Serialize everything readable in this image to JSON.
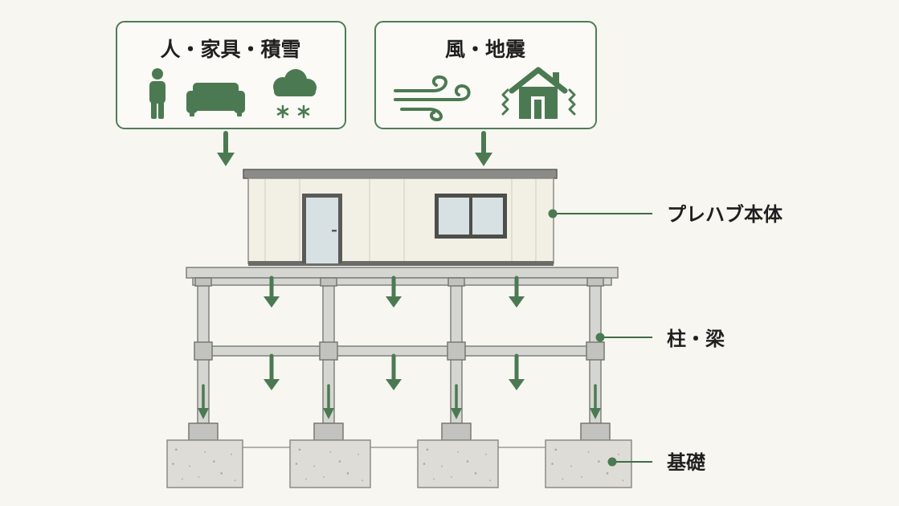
{
  "loads": {
    "vertical": {
      "title": "人・家具・積雪",
      "icons": [
        "person-icon",
        "sofa-icon",
        "snow-cloud-icon"
      ]
    },
    "horizontal": {
      "title": "風・地震",
      "icons": [
        "wind-icon",
        "earthquake-house-icon"
      ]
    }
  },
  "labels": {
    "body": "プレハブ本体",
    "frame": "柱・梁",
    "foundation": "基礎"
  },
  "colors": {
    "accent": "#4b7a52",
    "background": "#f8f6f1",
    "structure": "#d5d6d1",
    "concrete": "#dddcd7",
    "wall": "#f2efe4"
  }
}
